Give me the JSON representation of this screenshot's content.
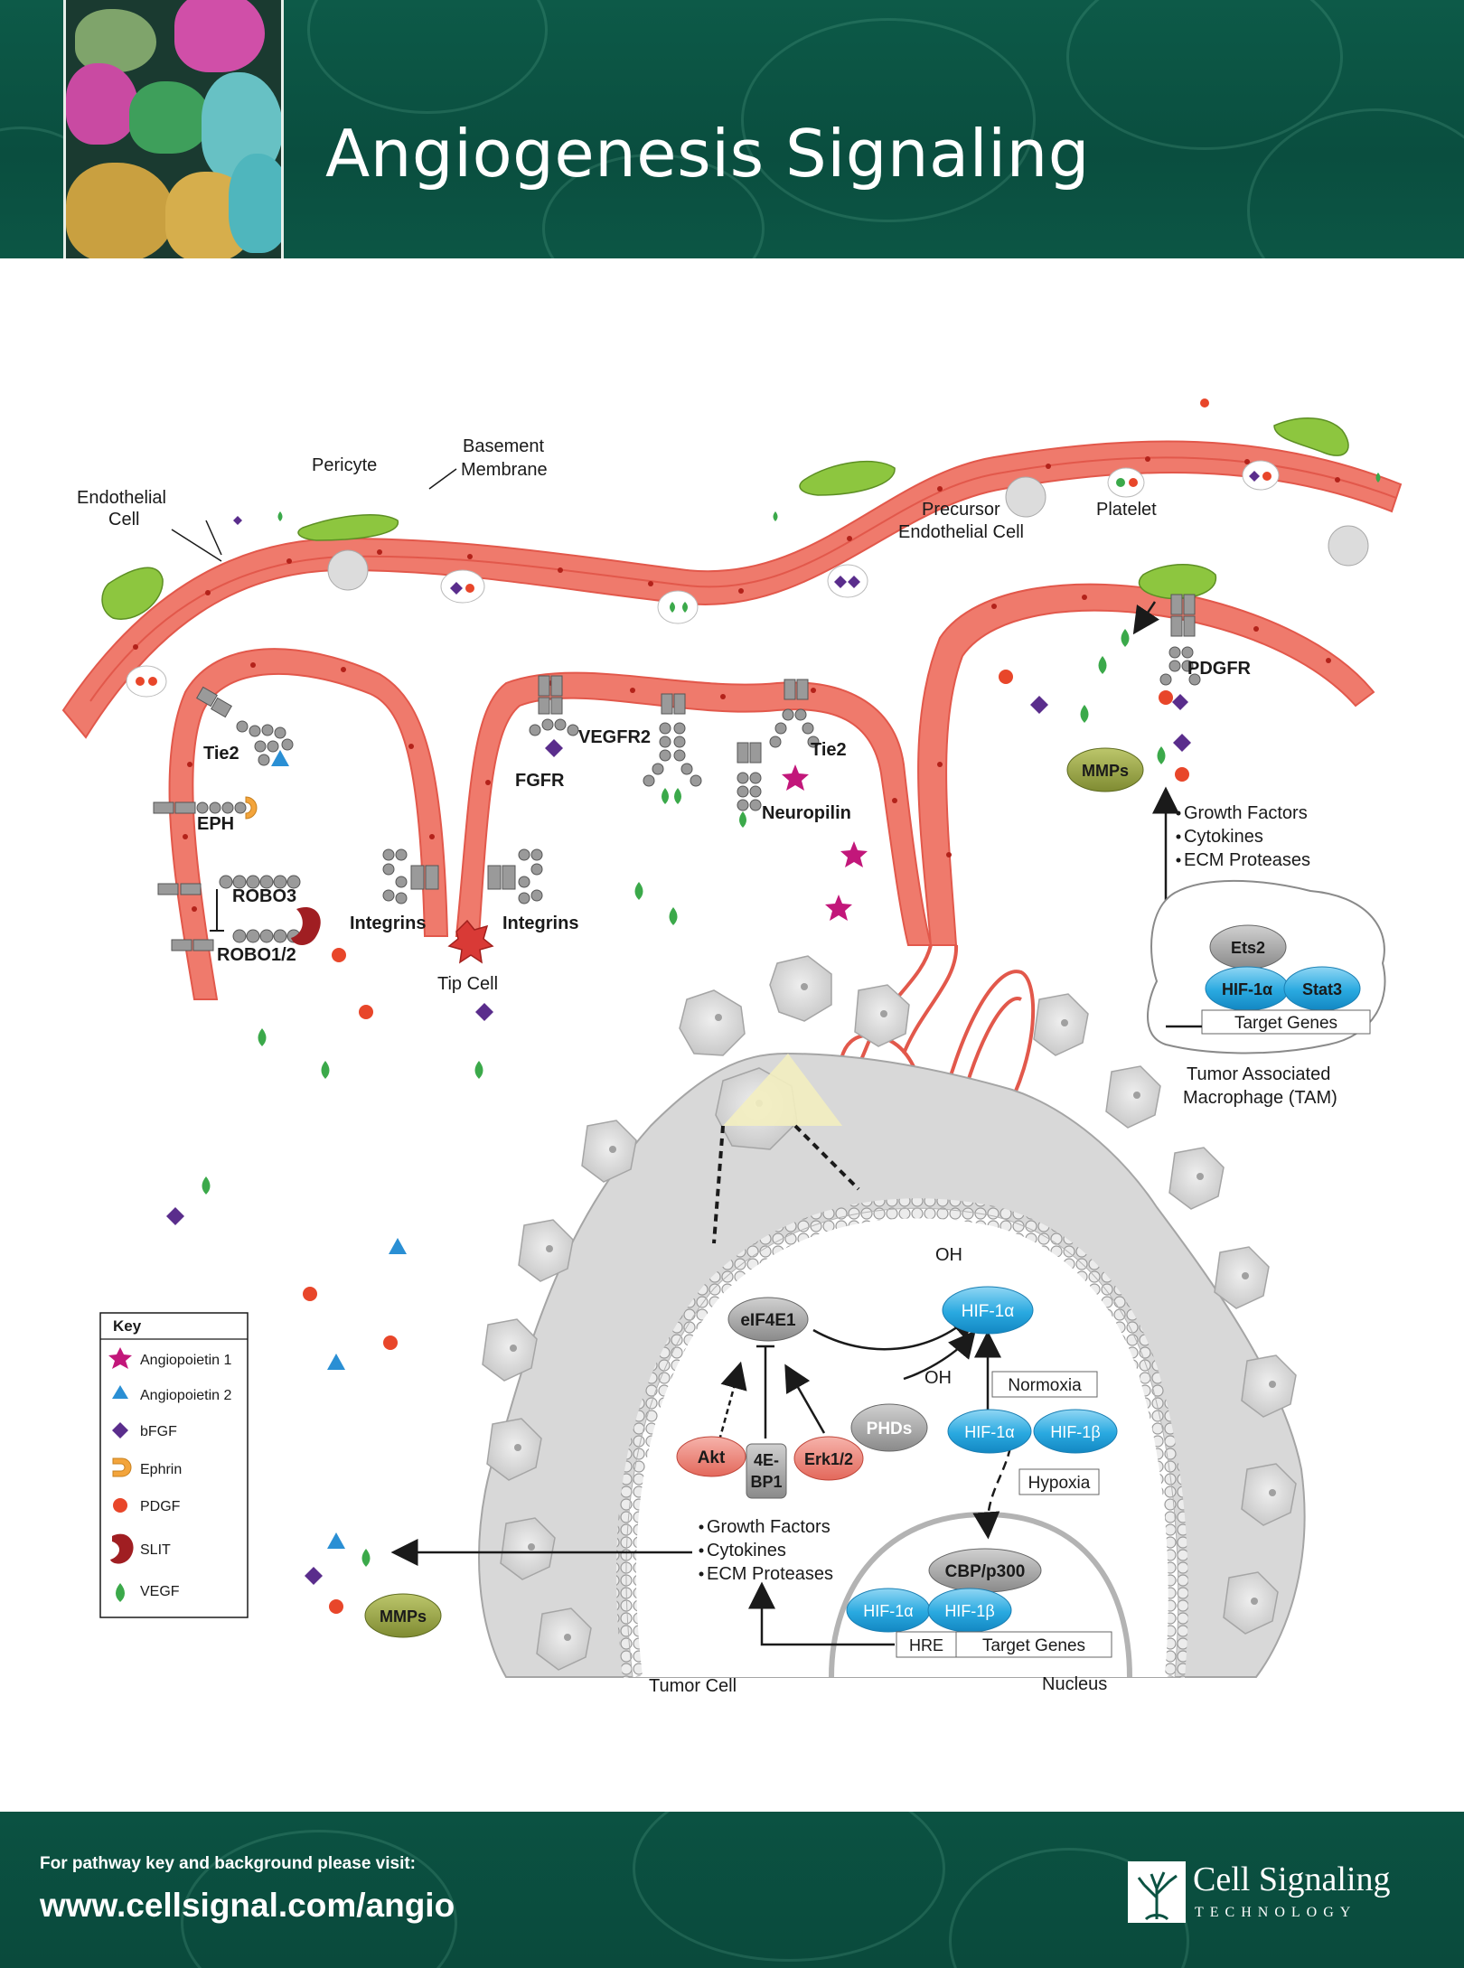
{
  "header": {
    "title": "Angiogenesis Signaling"
  },
  "vessel_labels": {
    "endothelial_cell": [
      "Endothelial",
      "Cell"
    ],
    "pericyte": "Pericyte",
    "basement_membrane": [
      "Basement",
      "Membrane"
    ],
    "precursor_endothelial_cell": [
      "Precursor",
      "Endothelial Cell"
    ],
    "platelet": "Platelet",
    "tip_cell": "Tip Cell"
  },
  "receptors": {
    "tie2_left": "Tie2",
    "eph": "EPH",
    "robo3": "ROBO3",
    "robo12": "ROBO1/2",
    "integrins_left": "Integrins",
    "integrins_right": "Integrins",
    "fgfr": "FGFR",
    "vegfr2": "VEGFR2",
    "tie2_right": "Tie2",
    "neuropilin": "Neuropilin",
    "pdgfr": "PDGFR"
  },
  "tam": {
    "mmps": "MMPs",
    "factors": [
      "Growth Factors",
      "Cytokines",
      "ECM Proteases"
    ],
    "ets2": "Ets2",
    "hif1a": "HIF-1α",
    "stat3": "Stat3",
    "target_genes": "Target Genes",
    "label": [
      "Tumor Associated",
      "Macrophage (TAM)"
    ]
  },
  "tumor": {
    "oh_top": "OH",
    "eif4e1": "eIF4E1",
    "hif1a_top": "HIF-1α",
    "oh_mid": "OH",
    "normoxia": "Normoxia",
    "phds": "PHDs",
    "hif1a_mid": "HIF-1α",
    "hif1b_mid": "HIF-1β",
    "hypoxia": "Hypoxia",
    "akt": "Akt",
    "bp1": [
      "4E-",
      "BP1"
    ],
    "erk": "Erk1/2",
    "factors": [
      "Growth Factors",
      "Cytokines",
      "ECM Proteases"
    ],
    "cbp": "CBP/p300",
    "hif1a_nuc": "HIF-1α",
    "hif1b_nuc": "HIF-1β",
    "hre": "HRE",
    "target_genes": "Target Genes",
    "tumor_cell": "Tumor Cell",
    "nucleus": "Nucleus",
    "mmps": "MMPs"
  },
  "key": {
    "title": "Key",
    "items": [
      {
        "label": "Angiopoietin 1",
        "icon": "star-icon",
        "color": "#c2177a"
      },
      {
        "label": "Angiopoietin 2",
        "icon": "triangle-icon",
        "color": "#2a8fd4"
      },
      {
        "label": "bFGF",
        "icon": "diamond-icon",
        "color": "#5a2d8c"
      },
      {
        "label": "Ephrin",
        "icon": "ephrin-icon",
        "color": "#f3a43b"
      },
      {
        "label": "PDGF",
        "icon": "circle-icon",
        "color": "#e8462a"
      },
      {
        "label": "SLIT",
        "icon": "slit-icon",
        "color": "#a01e22"
      },
      {
        "label": "VEGF",
        "icon": "drop-icon",
        "color": "#3ba94a"
      }
    ]
  },
  "footer": {
    "line1": "For pathway key and background please visit:",
    "line2": "www.cellsignal.com/angio",
    "logo_name": "Cell Signaling",
    "logo_sub": "TECHNOLOGY"
  },
  "colors": {
    "vessel": "#ef7a6c",
    "vessel_dark": "#e2584b",
    "pericyte": "#8dc63f",
    "header_bg": "#0b5242",
    "hif_blue": "#29a9e0",
    "akt_red": "#ee8a80",
    "grey_node": "#9a9a9a",
    "mmp_olive": "#8c9a3c"
  }
}
